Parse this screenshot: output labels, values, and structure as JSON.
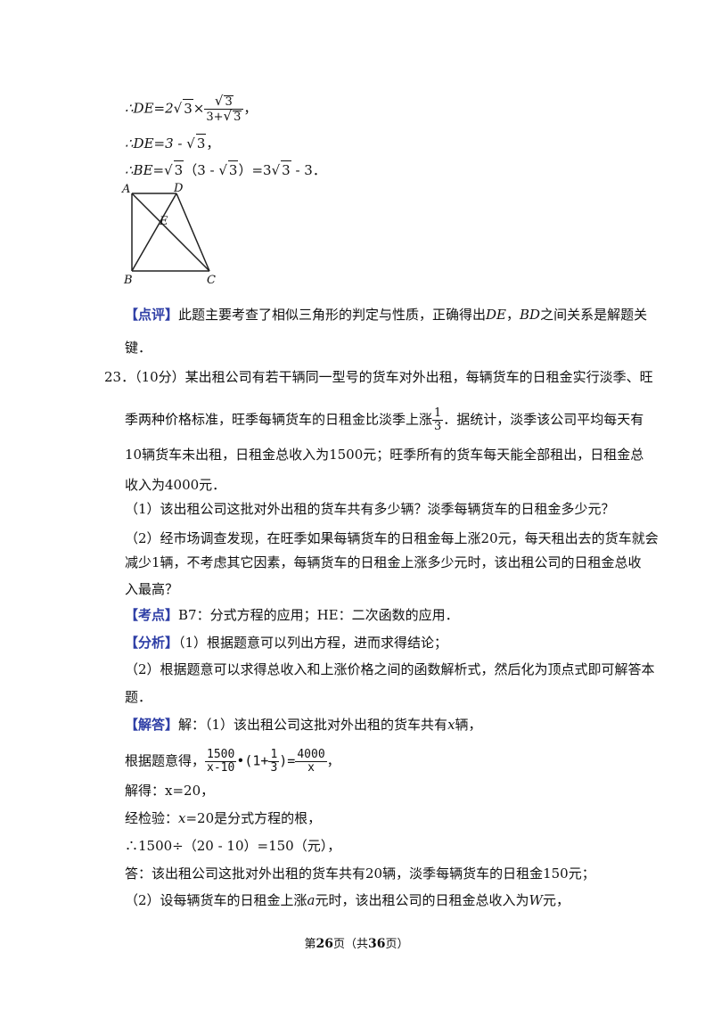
{
  "solution_prev": {
    "line1": {
      "prefix": "∴DE=2",
      "sqrt3": "3",
      "times": "×",
      "num": "3",
      "den_a": "3+",
      "den_b": "3",
      "suffix": "，"
    },
    "line2": {
      "prefix": "∴DE=3 - ",
      "sqrt3": "3",
      "suffix": "，"
    },
    "line3": {
      "prefix": "∴BE=",
      "a": "3",
      "mid1": "（3 - ",
      "b": "3",
      "mid2": "）=3",
      "c": "3",
      "suffix": " - 3．"
    }
  },
  "figure": {
    "labels": {
      "A": "A",
      "D": "D",
      "E": "E",
      "B": "B",
      "C": "C"
    }
  },
  "comment": {
    "tag": "【点评】",
    "text1": "此题主要考查了相似三角形的判定与性质，正确得出",
    "de": "DE",
    "comma": "，",
    "bd": "BD",
    "text2": "之间关系是解题关",
    "text3": "键．"
  },
  "q23": {
    "header": "23．（10分）某出租公司有若干辆同一型号的货车对外出租，每辆货车的日租金实行淡季、旺",
    "line2a": "季两种价格标准，旺季每辆货车的日租金比淡季上涨",
    "frac_num": "1",
    "frac_den": "3",
    "line2b": "．据统计，淡季该公司平均每天有",
    "line3": "10辆货车未出租，日租金总收入为1500元；旺季所有的货车每天能全部租出，日租金总",
    "line4": "收入为4000元．",
    "sub1": "（1）该出租公司这批对外出租的货车共有多少辆？淡季每辆货车的日租金多少元？",
    "sub2a": "（2）经市场调查发现，在旺季如果每辆货车的日租金每上涨20元，每天租出去的货车就会",
    "sub2b": "减少1辆，不考虑其它因素，每辆货车的日租金上涨多少元时，该出租公司的日租金总收",
    "sub2c": "入最高？"
  },
  "kaodian": {
    "tag": "【考点】",
    "text": "B7：分式方程的应用；HE：二次函数的应用．"
  },
  "fenxi": {
    "tag": "【分析】",
    "text1": "（1）根据题意可以列出方程，进而求得结论；",
    "text2": "（2）根据题意可以求得总收入和上涨价格之间的函数解析式，然后化为顶点式即可解答本",
    "text3": "题．"
  },
  "jieda": {
    "tag": "【解答】",
    "text1a": "解：（1）该出租公司这批对外出租的货车共有",
    "x": "x",
    "text1b": "辆，",
    "eq_prefix": "根据题意得，",
    "f1_num": "1500",
    "f1_den": "x-10",
    "dot": "•",
    "paren_open": "(1+",
    "f2_num": "1",
    "f2_den": "3",
    "paren_close": ")=",
    "f3_num": "4000",
    "f3_den": "x",
    "eq_suffix": "，",
    "solve": "解得：x=20，",
    "check_prefix": "经检验：",
    "check_rest": "=20是分式方程的根，",
    "calc": "∴1500÷（20 - 10）=150（元），",
    "answer": "答：该出租公司这批对外出租的货车共有20辆，淡季每辆货车的日租金150元；",
    "part2a": "（2）设每辆货车的日租金上涨",
    "a": "a",
    "part2b": "元时，该出租公司的日租金总收入为",
    "w": "W",
    "part2c": "元，"
  },
  "footer": {
    "pre": "第",
    "page": "26",
    "mid": "页（共",
    "total": "36",
    "post": "页）"
  }
}
